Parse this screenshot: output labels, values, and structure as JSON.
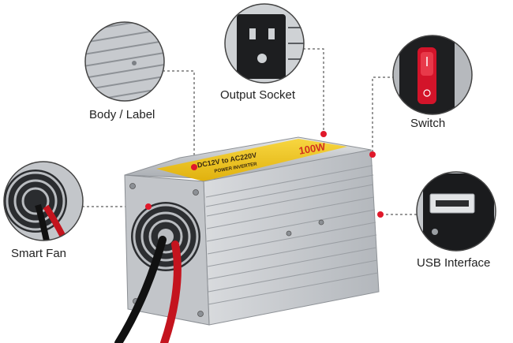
{
  "labels": {
    "body_label": "Body / Label",
    "output_socket": "Output Socket",
    "switch": "Switch",
    "smart_fan": "Smart Fan",
    "usb_interface": "USB Interface"
  },
  "product_print": {
    "line1": "DC12V to AC220V",
    "line2": "POWER INVERTER",
    "wattage": "100W"
  },
  "colors": {
    "label_band": "#f2c418",
    "aluminum": "#c9ccd0",
    "marker_red": "#e0182a",
    "cable_red": "#c4141e",
    "cable_black": "#111111"
  }
}
